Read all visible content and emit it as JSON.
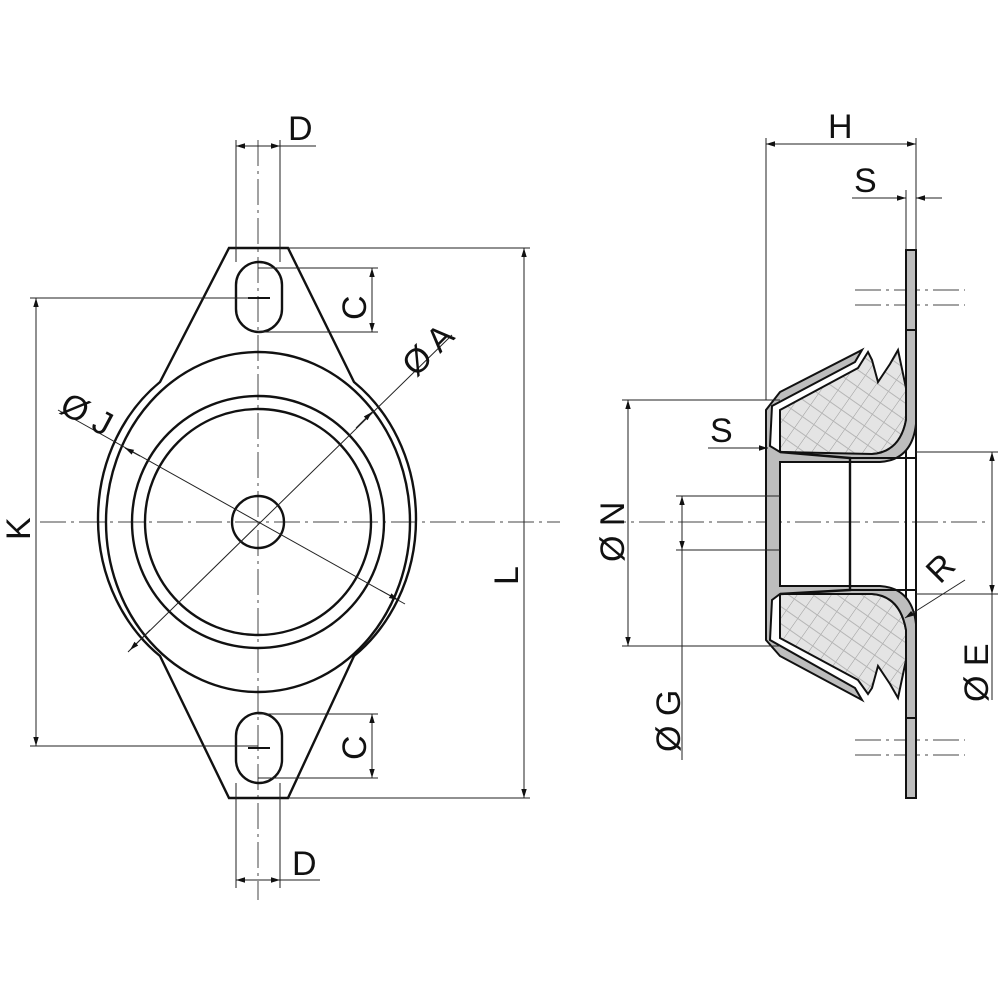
{
  "labels": {
    "D_top": "D",
    "D_bottom": "D",
    "C_top": "C",
    "C_bottom": "C",
    "A": "Ø A",
    "J": "Ø J",
    "K": "K",
    "L": "L",
    "H": "H",
    "S_top": "S",
    "S_left": "S",
    "N": "Ø N",
    "G": "Ø G",
    "R": "R",
    "E": "Ø E"
  }
}
